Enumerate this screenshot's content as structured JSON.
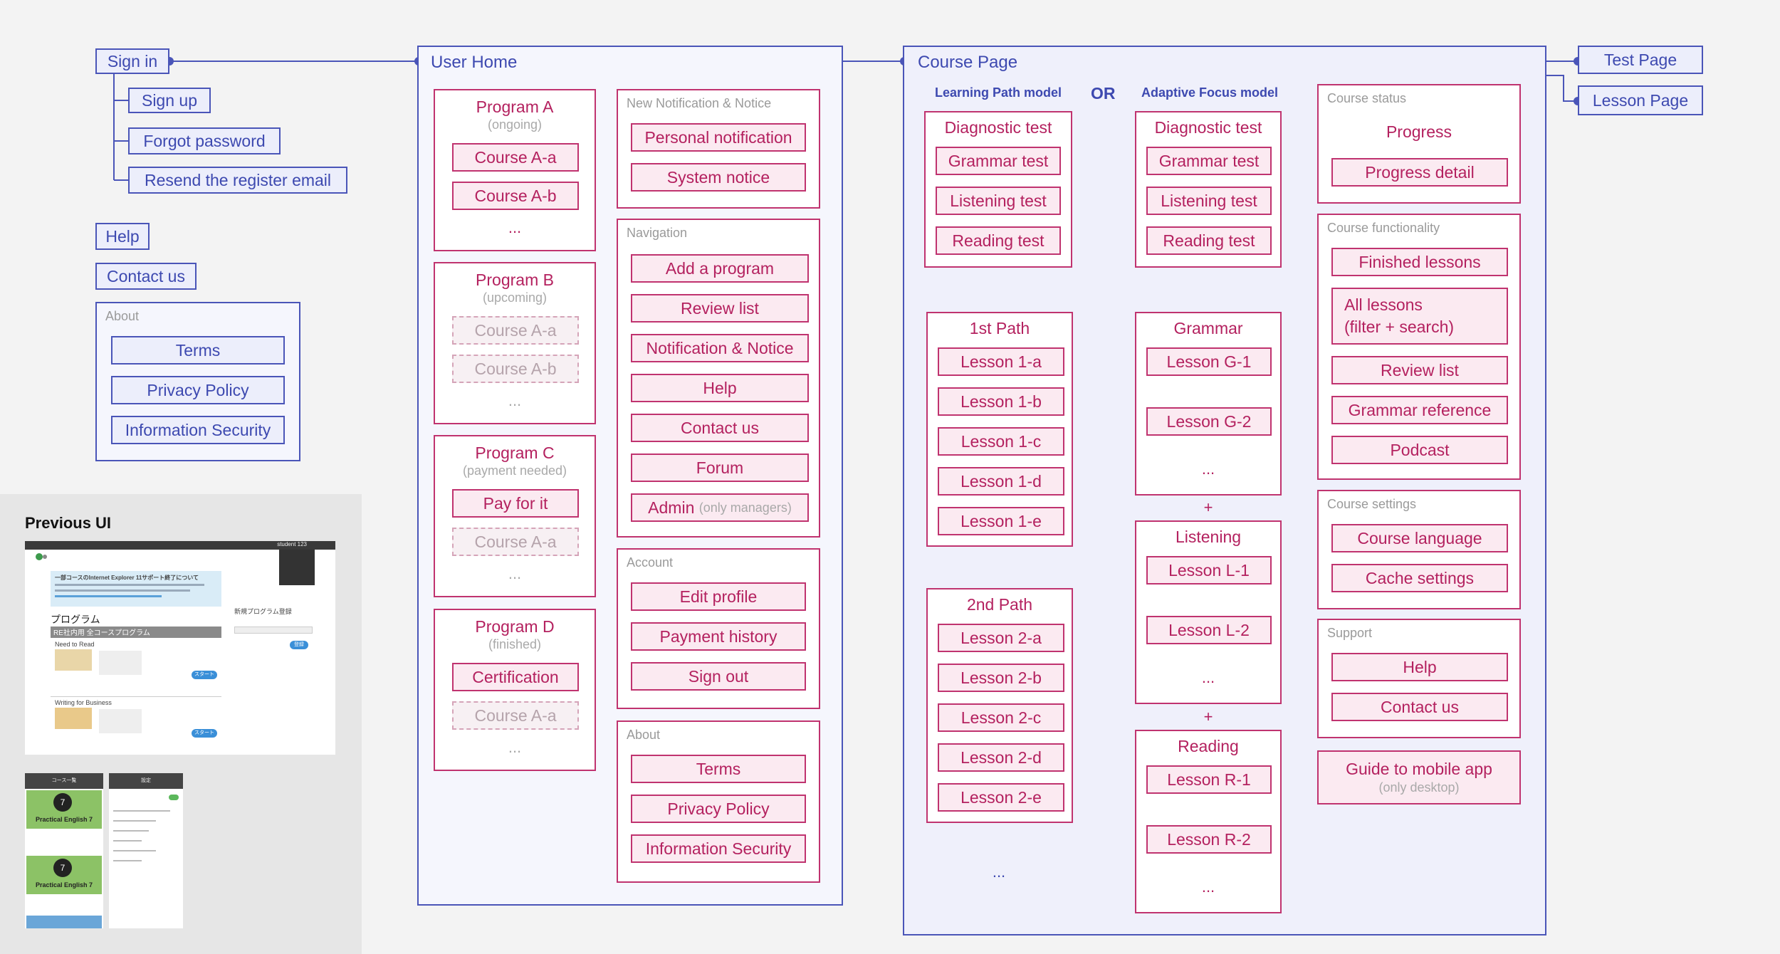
{
  "colors": {
    "blue": "#4a55b8",
    "pink": "#c0336f",
    "background": "#f3f3f3"
  },
  "auth": {
    "sign_in": "Sign in",
    "sign_up": "Sign up",
    "forgot_password": "Forgot password",
    "resend_email": "Resend the register email",
    "help": "Help",
    "contact_us": "Contact us",
    "about": {
      "label": "About",
      "items": [
        "Terms",
        "Privacy Policy",
        "Information Security"
      ]
    }
  },
  "previous_ui": {
    "title": "Previous UI",
    "desktop": {
      "user": "student 123",
      "notice": "一部コースのInternet Explorer 11サポート終了について",
      "heading": "プログラム",
      "program_bar": "RE社内用 全コースプログラム",
      "row1": "Need to Read",
      "row2": "Writing for Business",
      "start": "スタート",
      "side_title": "新規プログラム登録",
      "register": "登録"
    },
    "mobile": {
      "header_left": "コース一覧",
      "header_right": "設定",
      "course_name": "Practical English 7",
      "course_number": "7"
    }
  },
  "user_home": {
    "title": "User Home",
    "programs": [
      {
        "title": "Program A",
        "status": "(ongoing)",
        "items": [
          "Course A-a",
          "Course A-b"
        ],
        "dashed": [
          false,
          false
        ],
        "more": "..."
      },
      {
        "title": "Program B",
        "status": "(upcoming)",
        "items": [
          "Course A-a",
          "Course A-b"
        ],
        "dashed": [
          true,
          true
        ],
        "more": "..."
      },
      {
        "title": "Program C",
        "status": "(payment needed)",
        "items": [
          "Pay for it",
          "Course A-a"
        ],
        "dashed": [
          false,
          true
        ],
        "more": "..."
      },
      {
        "title": "Program D",
        "status": "(finished)",
        "items": [
          "Certification",
          "Course A-a"
        ],
        "dashed": [
          false,
          true
        ],
        "more": "..."
      }
    ],
    "notification": {
      "label": "New Notification & Notice",
      "items": [
        "Personal notification",
        "System notice"
      ]
    },
    "navigation": {
      "label": "Navigation",
      "items": [
        "Add a program",
        "Review list",
        "Notification & Notice",
        "Help",
        "Contact us",
        "Forum"
      ],
      "admin": "Admin",
      "admin_note": "(only managers)"
    },
    "account": {
      "label": "Account",
      "items": [
        "Edit profile",
        "Payment history",
        "Sign out"
      ]
    },
    "about": {
      "label": "About",
      "items": [
        "Terms",
        "Privacy Policy",
        "Information Security"
      ]
    }
  },
  "course_page": {
    "title": "Course Page",
    "or": "OR",
    "learning_path": {
      "label": "Learning Path model",
      "diagnostic": {
        "title": "Diagnostic test",
        "items": [
          "Grammar test",
          "Listening test",
          "Reading test"
        ]
      },
      "path1": {
        "title": "1st Path",
        "items": [
          "Lesson 1-a",
          "Lesson 1-b",
          "Lesson 1-c",
          "Lesson 1-d",
          "Lesson 1-e"
        ]
      },
      "path2": {
        "title": "2nd Path",
        "items": [
          "Lesson 2-a",
          "Lesson 2-b",
          "Lesson 2-c",
          "Lesson 2-d",
          "Lesson 2-e"
        ]
      },
      "more": "..."
    },
    "adaptive": {
      "label": "Adaptive Focus model",
      "diagnostic": {
        "title": "Diagnostic test",
        "items": [
          "Grammar test",
          "Listening test",
          "Reading test"
        ]
      },
      "plus": "+",
      "grammar": {
        "title": "Grammar",
        "items": [
          "Lesson G-1",
          "Lesson G-2"
        ],
        "more": "..."
      },
      "listening": {
        "title": "Listening",
        "items": [
          "Lesson L-1",
          "Lesson L-2"
        ],
        "more": "..."
      },
      "reading": {
        "title": "Reading",
        "items": [
          "Lesson R-1",
          "Lesson R-2"
        ],
        "more": "..."
      }
    },
    "status": {
      "label": "Course status",
      "title": "Progress",
      "items": [
        "Progress detail"
      ]
    },
    "functionality": {
      "label": "Course functionality",
      "finished": "Finished lessons",
      "all_lessons_1": "All lessons",
      "all_lessons_2": "(filter + search)",
      "items": [
        "Review list",
        "Grammar reference",
        "Podcast"
      ]
    },
    "settings": {
      "label": "Course settings",
      "items": [
        "Course language",
        "Cache settings"
      ]
    },
    "support": {
      "label": "Support",
      "items": [
        "Help",
        "Contact us"
      ]
    },
    "mobile_guide": {
      "title": "Guide to mobile app",
      "note": "(only desktop)"
    }
  },
  "test_page": "Test Page",
  "lesson_page": "Lesson Page"
}
